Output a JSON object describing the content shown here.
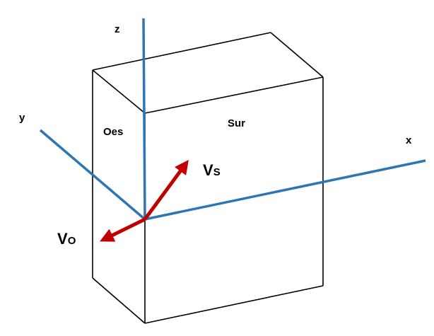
{
  "axes": {
    "x": "x",
    "y": "y",
    "z": "z"
  },
  "faces": {
    "west": "Oes",
    "south": "Sur"
  },
  "vectors": {
    "vs": {
      "main": "V",
      "sub": "S"
    },
    "vo": {
      "main": "V",
      "sub": "O"
    }
  },
  "colors": {
    "axis": "#2e75b6",
    "vector": "#c00000",
    "box": "#000000"
  }
}
